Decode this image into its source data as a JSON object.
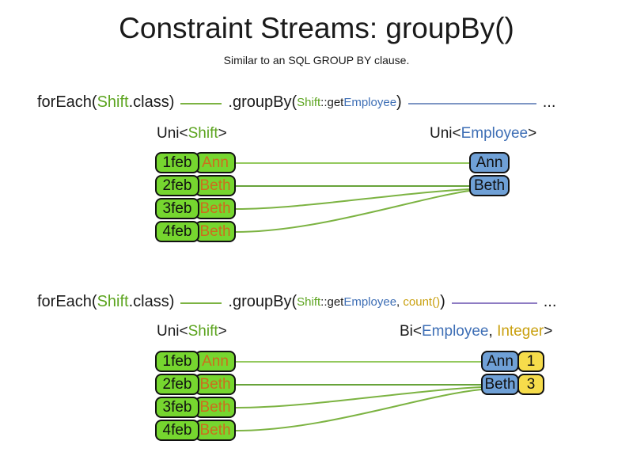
{
  "title": "Constraint Streams: groupBy()",
  "subtitle": "Similar to an SQL GROUP BY clause.",
  "colors": {
    "shift_green_text": "#5ca41f",
    "employee_blue_text": "#3d6eb5",
    "integer_gold_text": "#c9a00f",
    "name_orange_text": "#cc6e1e",
    "green_box_fill": "#76d62f",
    "blue_box_fill": "#6fa0d6",
    "yellow_box_fill": "#f6dc4b",
    "flow_line_green": "#7cb342",
    "flow_line_blue": "#7e96c4",
    "flow_line_purple": "#8e7cc3"
  },
  "code_line_1": {
    "foreach_open": "forEach(",
    "foreach_class": "Shift",
    "foreach_close": ".class)",
    "groupby_open": ".groupBy(",
    "arg_class": "Shift",
    "arg_method": "::get",
    "arg_type": "Employee",
    "groupby_close": ")",
    "ellipsis": "..."
  },
  "code_line_2": {
    "foreach_open": "forEach(",
    "foreach_class": "Shift",
    "foreach_close": ".class)",
    "groupby_open": ".groupBy(",
    "arg_class": "Shift",
    "arg_method": "::get",
    "arg_type": "Employee",
    "arg_comma": ", ",
    "arg_collector": "count()",
    "groupby_close": ")",
    "ellipsis": "..."
  },
  "diagram1": {
    "left_label": {
      "p1": "Uni<",
      "type": "Shift",
      "p2": ">"
    },
    "right_label": {
      "p1": "Uni<",
      "type": "Employee",
      "p2": ">"
    },
    "rows": [
      {
        "date": "1feb",
        "name": "Ann"
      },
      {
        "date": "2feb",
        "name": "Beth"
      },
      {
        "date": "3feb",
        "name": "Beth"
      },
      {
        "date": "4feb",
        "name": "Beth"
      }
    ],
    "groups": [
      {
        "name": "Ann"
      },
      {
        "name": "Beth"
      }
    ]
  },
  "diagram2": {
    "left_label": {
      "p1": "Uni<",
      "type": "Shift",
      "p2": ">"
    },
    "right_label": {
      "p1": "Bi<",
      "type1": "Employee",
      "comma": ", ",
      "type2": "Integer",
      "p2": ">"
    },
    "rows": [
      {
        "date": "1feb",
        "name": "Ann"
      },
      {
        "date": "2feb",
        "name": "Beth"
      },
      {
        "date": "3feb",
        "name": "Beth"
      },
      {
        "date": "4feb",
        "name": "Beth"
      }
    ],
    "groups": [
      {
        "name": "Ann",
        "count": "1"
      },
      {
        "name": "Beth",
        "count": "3"
      }
    ]
  }
}
